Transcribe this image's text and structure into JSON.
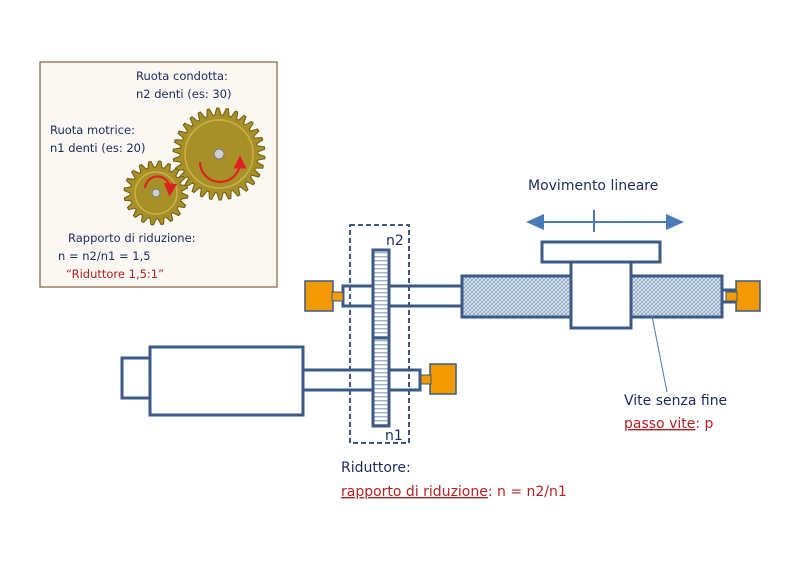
{
  "inset": {
    "driven_gear_label": "Ruota condotta:",
    "driven_gear_teeth": "n2 denti (es: 30)",
    "driving_gear_label": "Ruota motrice:",
    "driving_gear_teeth": "n1 denti (es: 20)",
    "ratio_title": "Rapporto di riduzione:",
    "ratio_formula": "n = n2/n1 = 1,5",
    "ratio_name": "“Riduttore 1,5:1”"
  },
  "main": {
    "linear_motion_label": "Movimento lineare",
    "gear_top_label": "n2",
    "gear_bottom_label": "n1",
    "screw_title": "Vite senza fine",
    "screw_pitch_term": "passo vite",
    "screw_pitch_value": ": p",
    "reducer_title": "Riduttore:",
    "reducer_ratio_term": "rapporto di riduzione",
    "reducer_ratio_value": ": n = n2/n1"
  },
  "colors": {
    "outline": "#3b5a86",
    "screw_fill": "#c9d7e6",
    "bearing": "#f29a00",
    "gear_fill": "#a89028",
    "arrow_red": "#e02020",
    "motion_arrow": "#4a7ab8",
    "text_dark": "#1b2a5c",
    "text_red": "#b22222"
  }
}
